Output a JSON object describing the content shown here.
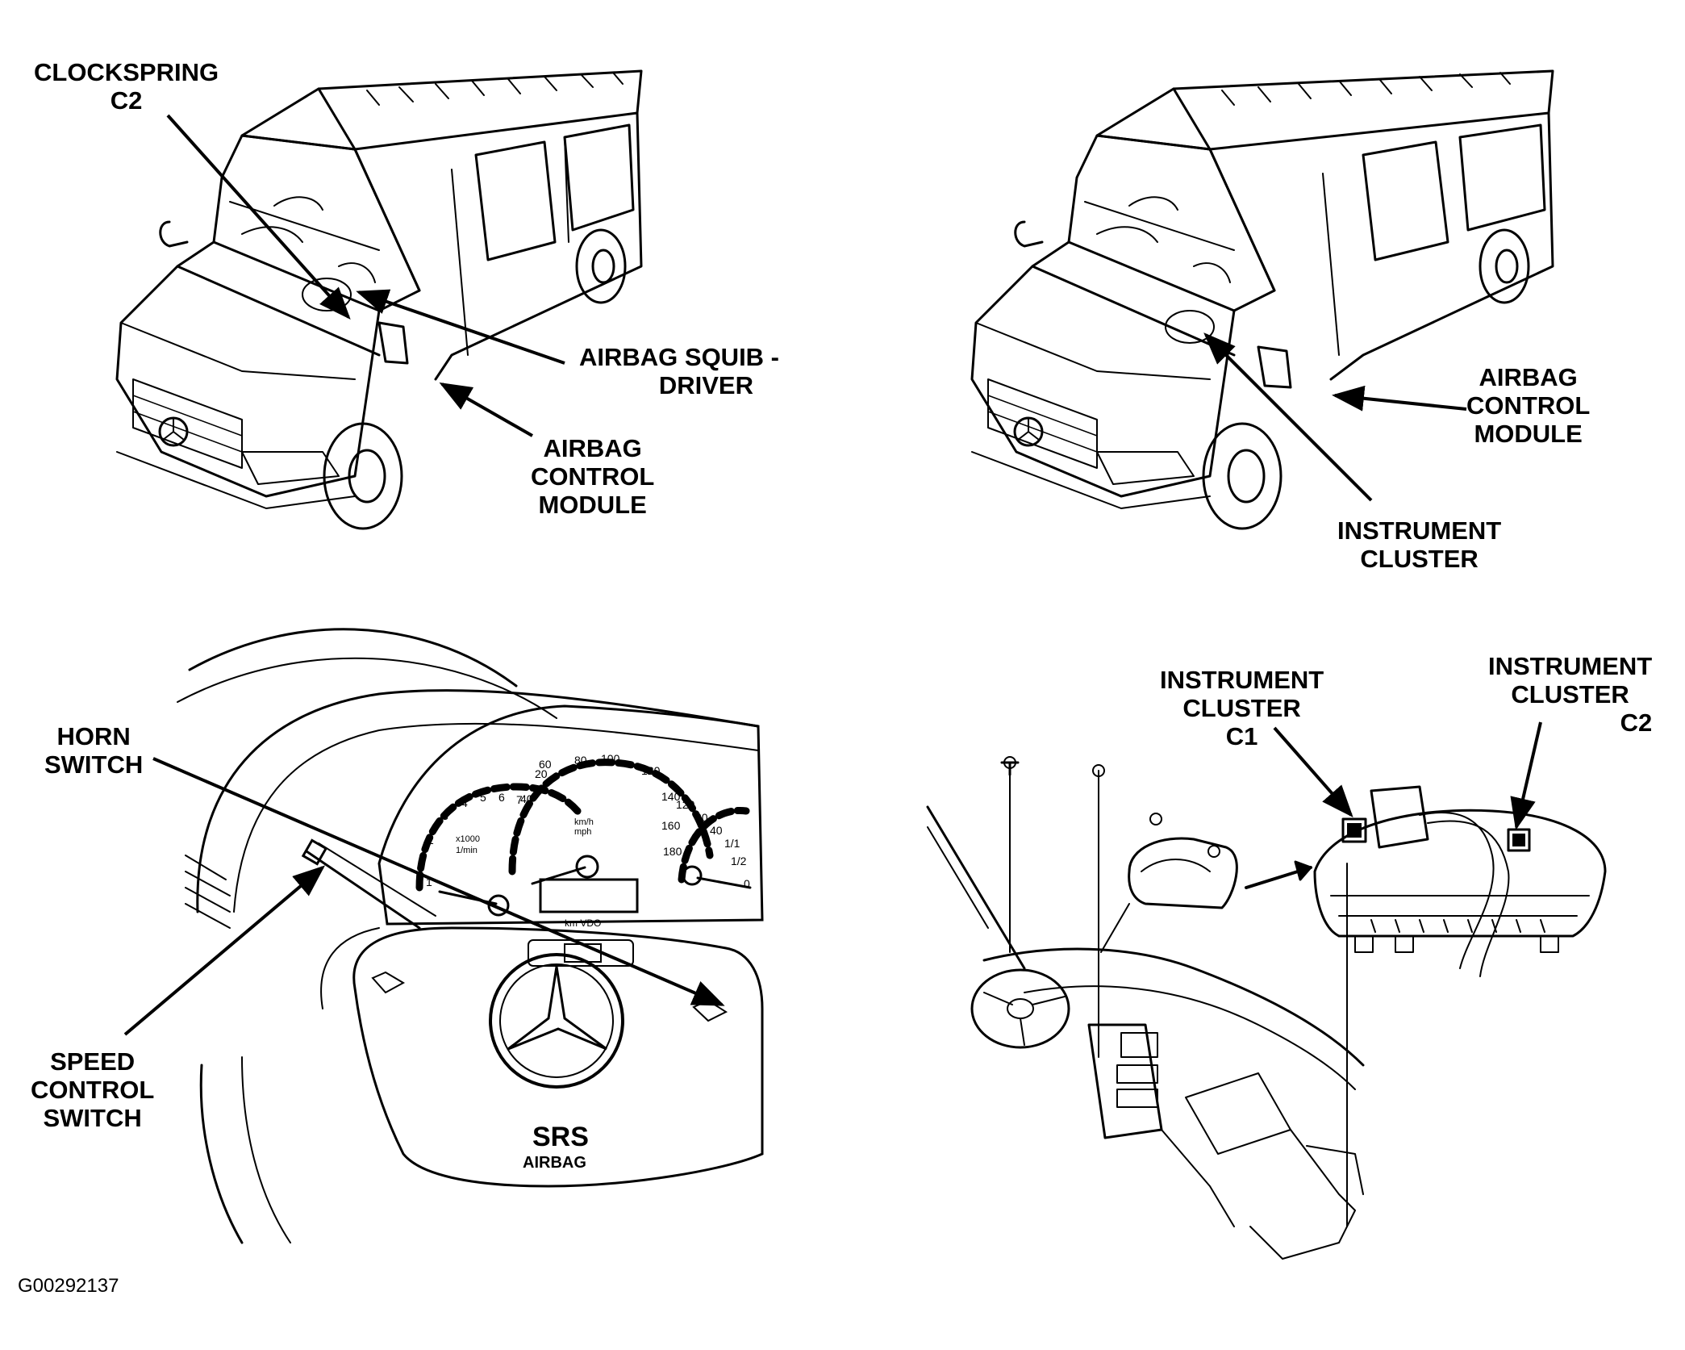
{
  "labels": {
    "clockspring_c2": [
      "CLOCKSPRING",
      "C2"
    ],
    "airbag_squib_driver": [
      "AIRBAG SQUIB -",
      "DRIVER"
    ],
    "airbag_control_module_left": [
      "AIRBAG",
      "CONTROL",
      "MODULE"
    ],
    "airbag_control_module_right": [
      "AIRBAG",
      "CONTROL",
      "MODULE"
    ],
    "instrument_cluster": [
      "INSTRUMENT",
      "CLUSTER"
    ],
    "horn_switch": [
      "HORN",
      "SWITCH"
    ],
    "speed_control_switch": [
      "SPEED",
      "CONTROL",
      "SWITCH"
    ],
    "instrument_cluster_c1": [
      "INSTRUMENT",
      "CLUSTER",
      "C1"
    ],
    "instrument_cluster_c2": [
      "INSTRUMENT",
      "CLUSTER",
      "C2"
    ]
  },
  "airbag_cover": {
    "line1": "SRS",
    "line2": "AIRBAG"
  },
  "gauges": {
    "speed_ticks": [
      "20",
      "40",
      "60",
      "80",
      "100",
      "120",
      "140",
      "160",
      "180"
    ],
    "rpm_ticks": [
      "1",
      "2",
      "3",
      "4",
      "5",
      "6",
      "7"
    ],
    "rpm_unit": "x1000",
    "rpm_unit2": "1/min",
    "speed_unit": "km/h",
    "speed_unit2": "mph",
    "temp_ticks": [
      "120",
      "80",
      "40"
    ],
    "fuel_ticks": [
      "1/1",
      "1/2",
      "0"
    ],
    "odometer_text": "km VDO"
  },
  "figure_id": "G00292137"
}
